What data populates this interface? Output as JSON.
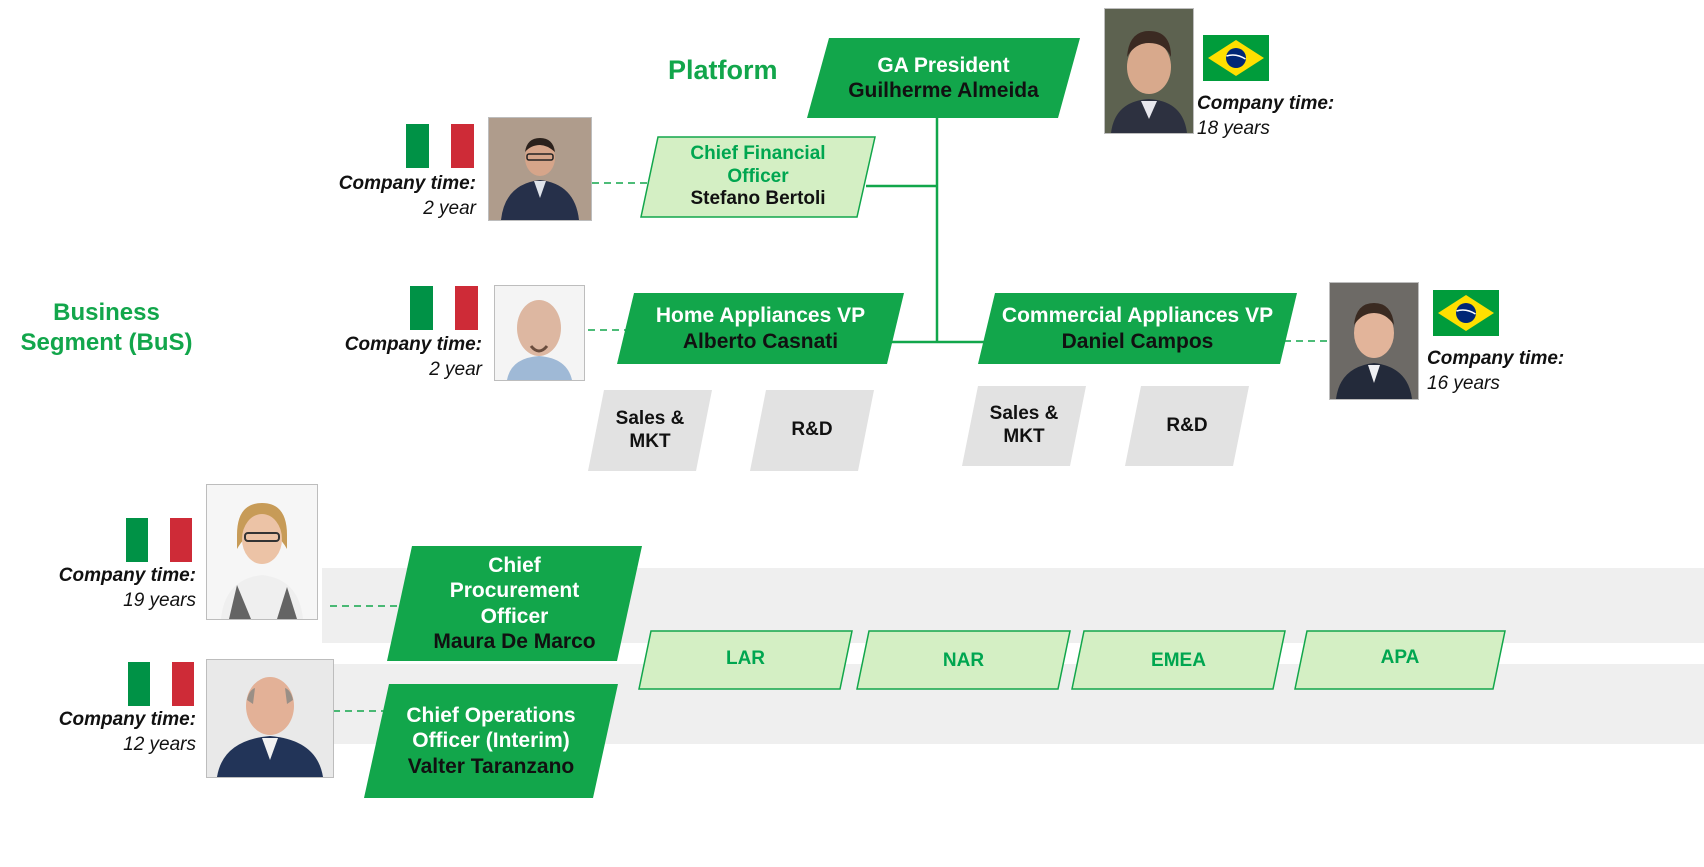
{
  "sections": {
    "platform": "Platform",
    "business_segment": [
      "Business",
      "Segment (BuS)"
    ]
  },
  "roles": {
    "president": {
      "title": "GA President",
      "name": "Guilherme Almeida",
      "company_time_label": "Company time:",
      "company_time": "18 years",
      "flag": "brazil-flag"
    },
    "cfo": {
      "title_lines": [
        "Chief Financial",
        "Officer"
      ],
      "name": "Stefano Bertoli",
      "company_time_label": "Company time:",
      "company_time": "2 year",
      "flag": "italy-flag"
    },
    "home_vp": {
      "title": "Home Appliances VP",
      "name": "Alberto Casnati",
      "company_time_label": "Company time:",
      "company_time": "2 year",
      "flag": "italy-flag"
    },
    "commercial_vp": {
      "title": "Commercial Appliances VP",
      "name": "Daniel Campos",
      "company_time_label": "Company time:",
      "company_time": "16 years",
      "flag": "brazil-flag"
    },
    "cpo": {
      "title_lines": [
        "Chief",
        "Procurement",
        "Officer"
      ],
      "name": "Maura De Marco",
      "company_time_label": "Company time:",
      "company_time": "19 years",
      "flag": "italy-flag"
    },
    "coo": {
      "title_lines": [
        "Chief Operations",
        "Officer (Interim)"
      ],
      "name": "Valter Taranzano",
      "company_time_label": "Company time:",
      "company_time": "12 years",
      "flag": "italy-flag"
    }
  },
  "functions": {
    "home": [
      "Sales &\nMKT",
      "R&D"
    ],
    "commercial": [
      "Sales &\nMKT",
      "R&D"
    ]
  },
  "regions": [
    "LAR",
    "NAR",
    "EMEA",
    "APA"
  ],
  "colors": {
    "dark_green": "#12a64b",
    "light_green": "#d4efc4",
    "green_text": "#00a650",
    "grey_box": "#e2e2e2",
    "band": "#efefef",
    "connector": "#12a64b",
    "brazil_green": "#009c3b",
    "brazil_yellow": "#ffdf00",
    "brazil_blue": "#002776",
    "italy_green": "#009246",
    "italy_red": "#ce2b37"
  }
}
